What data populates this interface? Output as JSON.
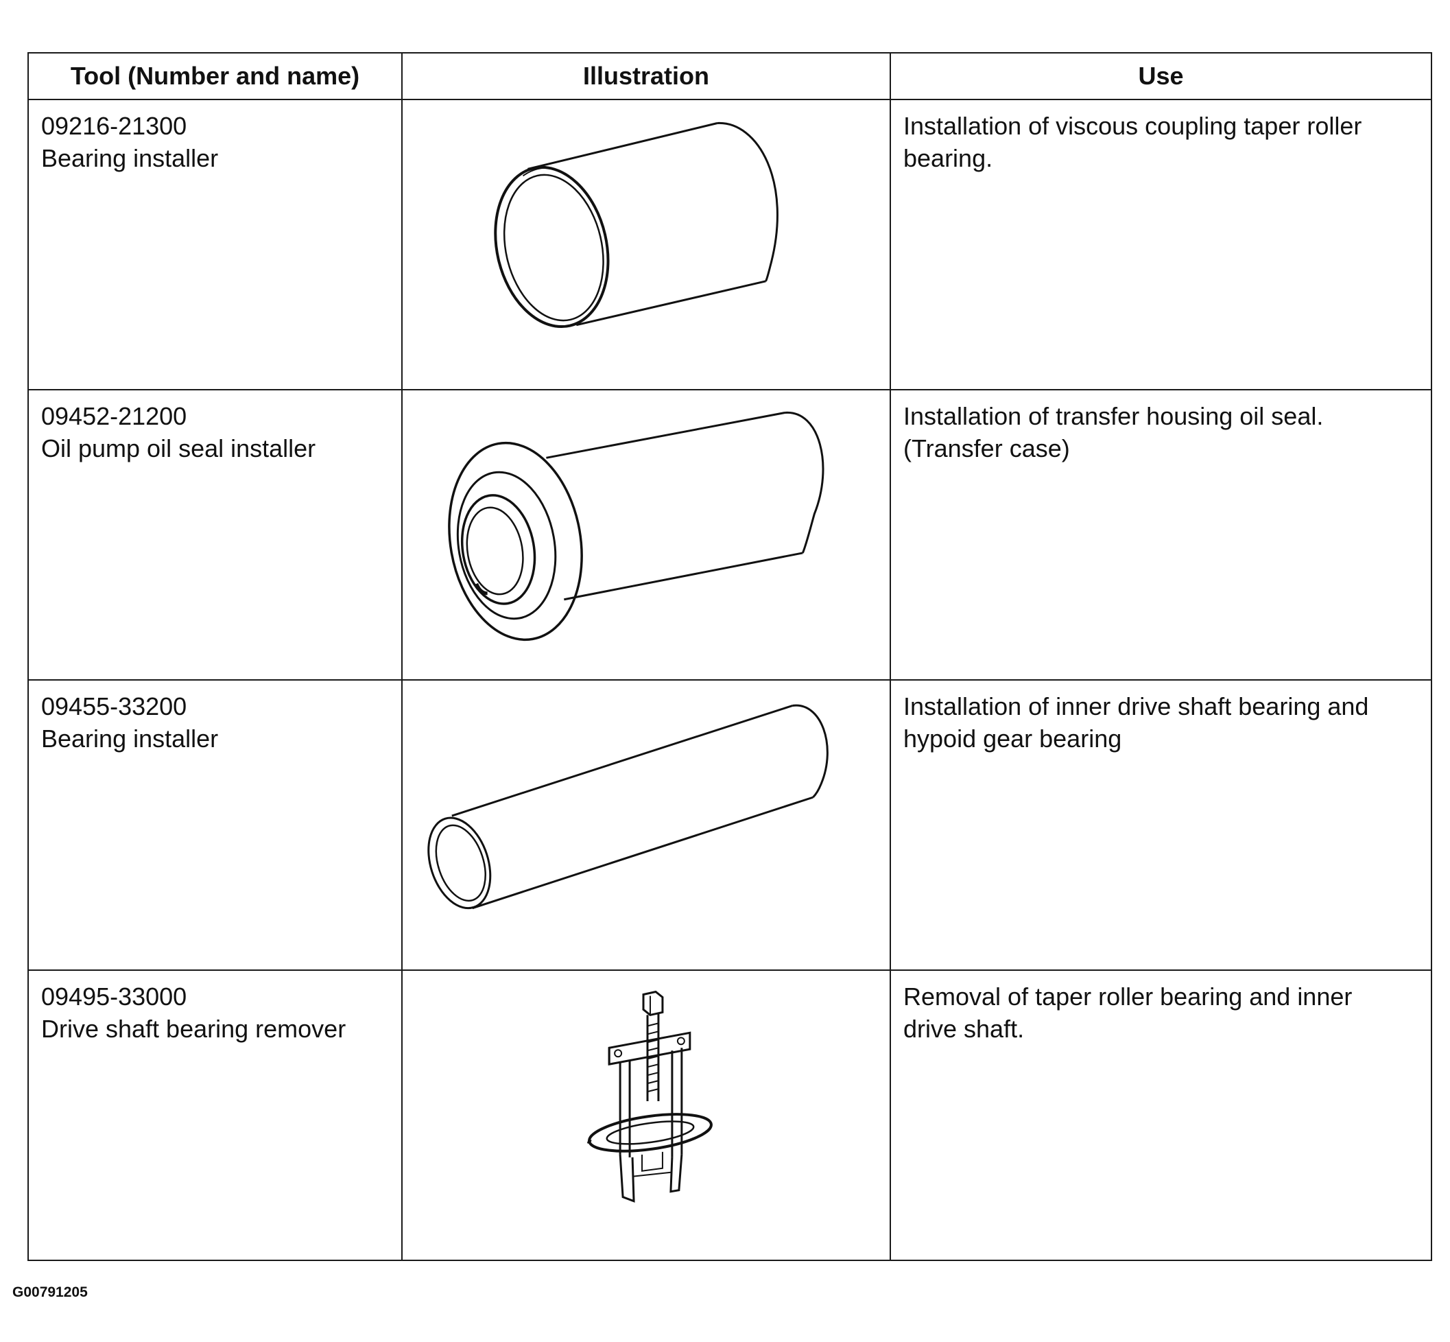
{
  "table": {
    "headers": [
      "Tool (Number and name)",
      "Illustration",
      "Use"
    ],
    "rows": [
      {
        "number": "09216-21300",
        "name": "Bearing installer",
        "illustration": "bearing-installer-short-sleeve-icon",
        "use": "Installation of viscous coupling taper roller bearing."
      },
      {
        "number": "09452-21200",
        "name": "Oil pump oil seal installer",
        "illustration": "flanged-seal-installer-icon",
        "use": "Installation of transfer housing oil seal. (Transfer case)"
      },
      {
        "number": "09455-33200",
        "name": "Bearing installer",
        "illustration": "bearing-installer-long-tube-icon",
        "use": "Installation of inner drive shaft bearing and hypoid gear bearing"
      },
      {
        "number": "09495-33000",
        "name": "Drive shaft bearing remover",
        "illustration": "bearing-puller-icon",
        "use": "Removal of taper roller bearing and inner drive shaft."
      }
    ]
  },
  "figure_code": "G00791205"
}
